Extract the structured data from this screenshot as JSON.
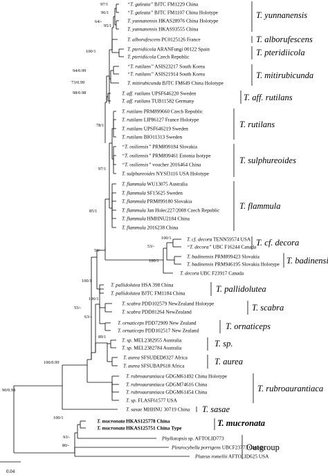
{
  "tips": [
    {
      "species": "“T. galeata”",
      "voucher": "BJTC FM1229 China"
    },
    {
      "species": "“T. galeata”",
      "voucher": "BJTC FM1107 China Holotype"
    },
    {
      "species": "T. yunnanensis",
      "voucher": "HKAS28976 China Holotype"
    },
    {
      "species": "T. yunnanensis",
      "voucher": "HKAS93555 China"
    },
    {
      "species": "T. alborufescens",
      "voucher": "PC0125126 France"
    },
    {
      "species": "T. pteridiicola",
      "voucher": "ARANFungi 00122 Spain"
    },
    {
      "species": "T. pteridiicola",
      "voucher": "Czech Republic"
    },
    {
      "species": "“T. rutilans”",
      "voucher": "ASIS23217 South Korea"
    },
    {
      "species": "“T. rutilans”",
      "voucher": "ASIS21914 South Korea"
    },
    {
      "species": "T. mitirubicunda",
      "voucher": "BJTC FM649 China Holotype"
    },
    {
      "species": "T. aff. rutilans",
      "voucher": "UPSF646220 Sweden"
    },
    {
      "species": "T. aff. rutilans",
      "voucher": "TUB11582 Germany"
    },
    {
      "species": "T. rutilans",
      "voucher": "PRM899660 Czech Republic"
    },
    {
      "species": "T. rutilans",
      "voucher": "LIP86127 France Holotype"
    },
    {
      "species": "T. rutilans",
      "voucher": "UPSF646219 Sweden"
    },
    {
      "species": "T. rutilans",
      "voucher": "BIO11313 Sweden"
    },
    {
      "species": "“T. osiliensis”",
      "voucher": "PRM899184 Slovakia"
    },
    {
      "species": "“T. osiliensis”",
      "voucher": "PRM899461 Estonia Isotype"
    },
    {
      "species": "“T. osiliensis”",
      "voucher": "voucher 2016464 China"
    },
    {
      "species": "T. sulphureoides",
      "voucher": "NYSf3116 USA Holotype"
    },
    {
      "species": "T. flammula",
      "voucher": "WU13075 Australia"
    },
    {
      "species": "T. flammula",
      "voucher": "SF15625 Sweden"
    },
    {
      "species": "T. flammula",
      "voucher": "PRM899180 Slovakia"
    },
    {
      "species": "T. flammula",
      "voucher": "Jan Holec227/2008 Czech Republic"
    },
    {
      "species": "T. flammula",
      "voucher": "HMHNU2184 China"
    },
    {
      "species": "T. flammula",
      "voucher": "2016238 China"
    },
    {
      "species": "T. cf. decora",
      "voucher": "TENN59574 USA"
    },
    {
      "species": "“T. decora”",
      "voucher": "UBC F16244 Canada"
    },
    {
      "species": "T. badinensis",
      "voucher": "PRM899423 Slovakia"
    },
    {
      "species": "T. badinensis",
      "voucher": "PRM946195 Slovakia Holotype"
    },
    {
      "species": "T. decora",
      "voucher": "UBC F23917 Canada"
    },
    {
      "species": "T. pallidolutea",
      "voucher": "HSA 398 China"
    },
    {
      "species": "T. pallidolutea",
      "voucher": "BJTC FM1184 China"
    },
    {
      "species": "T. scabra",
      "voucher": "PDD102579 NewZealand Holotype"
    },
    {
      "species": "T. scabra",
      "voucher": "PDD81264 NewZealand"
    },
    {
      "species": "T. ornaticeps",
      "voucher": "PDD72909 New Zealand"
    },
    {
      "species": "T. ornaticeps",
      "voucher": "PDD102517 New Zealand"
    },
    {
      "species": "T. sp.",
      "voucher": "MEL2382955 Australia"
    },
    {
      "species": "T. sp.",
      "voucher": "MEL2382784 Australia"
    },
    {
      "species": "T. aurea",
      "voucher": "SFSUDED8327 Africa"
    },
    {
      "species": "T. aurea",
      "voucher": "SFSUBAP618 Africa"
    },
    {
      "species": "T. rubroaurantiaca",
      "voucher": "GDGM61492 China Holotype"
    },
    {
      "species": "T. rubroaurantiaca",
      "voucher": "GDGM74616 China"
    },
    {
      "species": "T. rubroaurantiaca",
      "voucher": "GDGM61454 China"
    },
    {
      "species": "T. sp.",
      "voucher": "FLASF61577 USA"
    },
    {
      "species": "T. sasae",
      "voucher": "MHHNU 30719 China"
    },
    {
      "species": "T. mucronata",
      "voucher": "HKAS125778 China"
    },
    {
      "species": "T. mucronata",
      "voucher": "HKAS125751 China Type"
    },
    {
      "species": "Phyllotopsis",
      "voucher": "sp. AFTOLID773"
    },
    {
      "species": "Pleurocybella porrigens",
      "voucher": "UBCF23773 Canada"
    },
    {
      "species": "Pluteus romellii",
      "voucher": "AFTOLID625 USA"
    }
  ],
  "supports": [
    {
      "label": "97/1"
    },
    {
      "label": "96/1"
    },
    {
      "label": "64/-"
    },
    {
      "label": "95/1"
    },
    {
      "label": "100/1"
    },
    {
      "label": "94/0.99"
    },
    {
      "label": "73/0.99"
    },
    {
      "label": "98/0.98"
    },
    {
      "label": "78/1"
    },
    {
      "label": "97/1"
    },
    {
      "label": "85/1"
    },
    {
      "label": "100/1"
    },
    {
      "label": "53/-"
    },
    {
      "label": "100/1"
    },
    {
      "label": "50/-"
    },
    {
      "label": "100/1"
    },
    {
      "label": "100/1"
    },
    {
      "label": "63/-"
    },
    {
      "label": "89/1"
    },
    {
      "label": "55/-"
    },
    {
      "label": "100/0.99"
    },
    {
      "label": "90/0.98"
    },
    {
      "label": "100/1"
    },
    {
      "label": "93/-"
    },
    {
      "label": "80/-"
    }
  ],
  "clades": [
    {
      "label": "T. yunnanensis"
    },
    {
      "label": "T. alborufescens"
    },
    {
      "label": "T. pteridiicola"
    },
    {
      "label": "T. mitirubicunda"
    },
    {
      "label": "T. aff. rutilans"
    },
    {
      "label": "T. rutilans"
    },
    {
      "label": "T. sulphureoides"
    },
    {
      "label": "T. flammula"
    },
    {
      "label": "T. cf. decora"
    },
    {
      "label": "T. badinensis"
    },
    {
      "label": "T. pallidolutea"
    },
    {
      "label": "T. scabra"
    },
    {
      "label": "T. ornaticeps"
    },
    {
      "label": "T. sp."
    },
    {
      "label": "T. aurea"
    },
    {
      "label": "T. rubroaurantiaca"
    },
    {
      "label": "T. sasae"
    },
    {
      "label": "T. mucronata"
    },
    {
      "label": "Outgroup"
    }
  ],
  "scale": {
    "label": "0.04"
  }
}
